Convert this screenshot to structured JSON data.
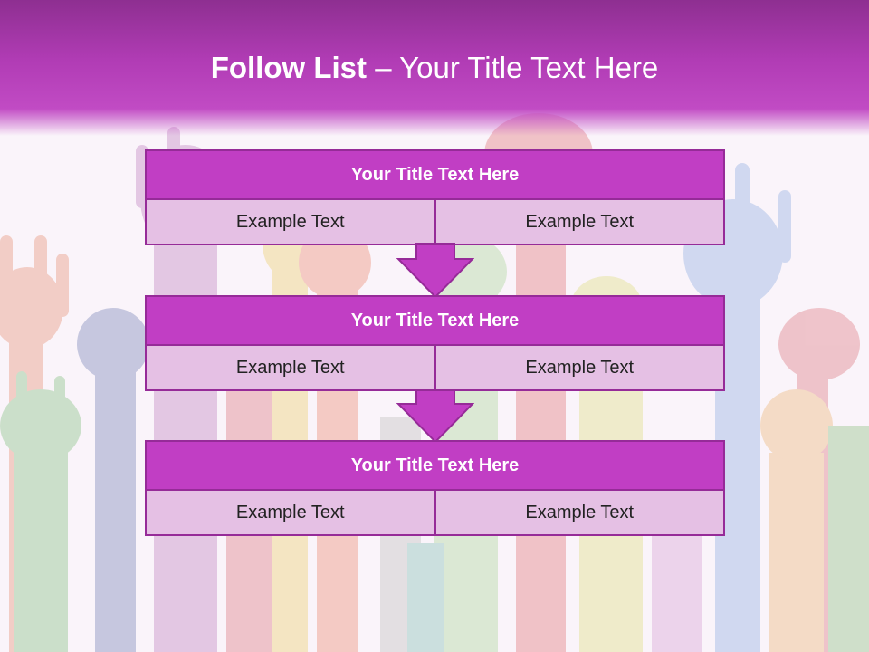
{
  "slide": {
    "title_bold": "Follow List",
    "title_rest": " – Your Title Text Here"
  },
  "steps": [
    {
      "title": "Your Title Text Here",
      "left": "Example Text",
      "right": "Example Text"
    },
    {
      "title": "Your Title Text Here",
      "left": "Example Text",
      "right": "Example Text"
    },
    {
      "title": "Your Title Text Here",
      "left": "Example Text",
      "right": "Example Text"
    }
  ],
  "colors": {
    "header": "#b13cb5",
    "block_title": "#c13ec4",
    "block_cell": "#e5c0e4",
    "border": "#962b98"
  },
  "background_image": "raised-colorful-hands"
}
